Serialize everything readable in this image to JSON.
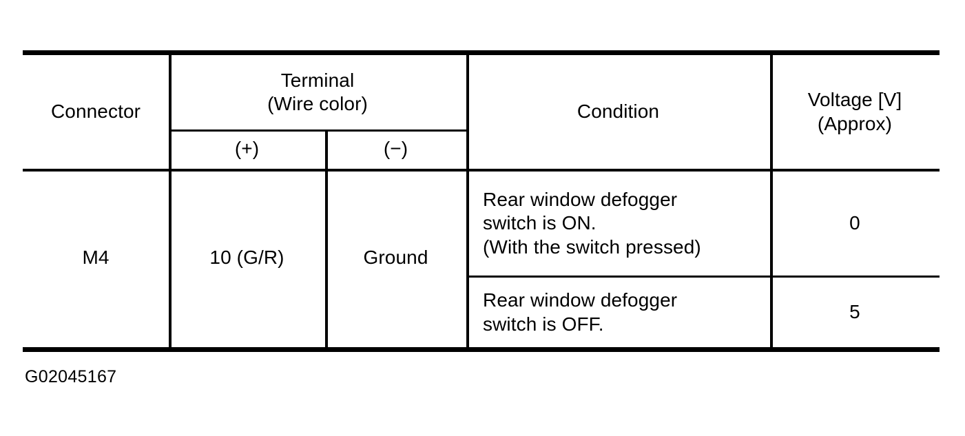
{
  "figure": {
    "caption": "G02045167"
  },
  "table": {
    "headers": {
      "connector": "Connector",
      "terminal": "Terminal\n(Wire color)",
      "terminal_positive": "(+)",
      "terminal_negative": "(−)",
      "condition": "Condition",
      "voltage": "Voltage [V]\n(Approx)"
    },
    "rows": [
      {
        "connector": "M4",
        "terminal_positive": "10 (G/R)",
        "terminal_negative": "Ground",
        "conditions": [
          {
            "condition": "Rear window defogger\nswitch is ON.\n(With the switch pressed)",
            "voltage": "0"
          },
          {
            "condition": "Rear window defogger\nswitch is OFF.",
            "voltage": "5"
          }
        ]
      }
    ]
  },
  "colors": {
    "rule": "#000000",
    "text": "#000000",
    "background": "#ffffff"
  }
}
